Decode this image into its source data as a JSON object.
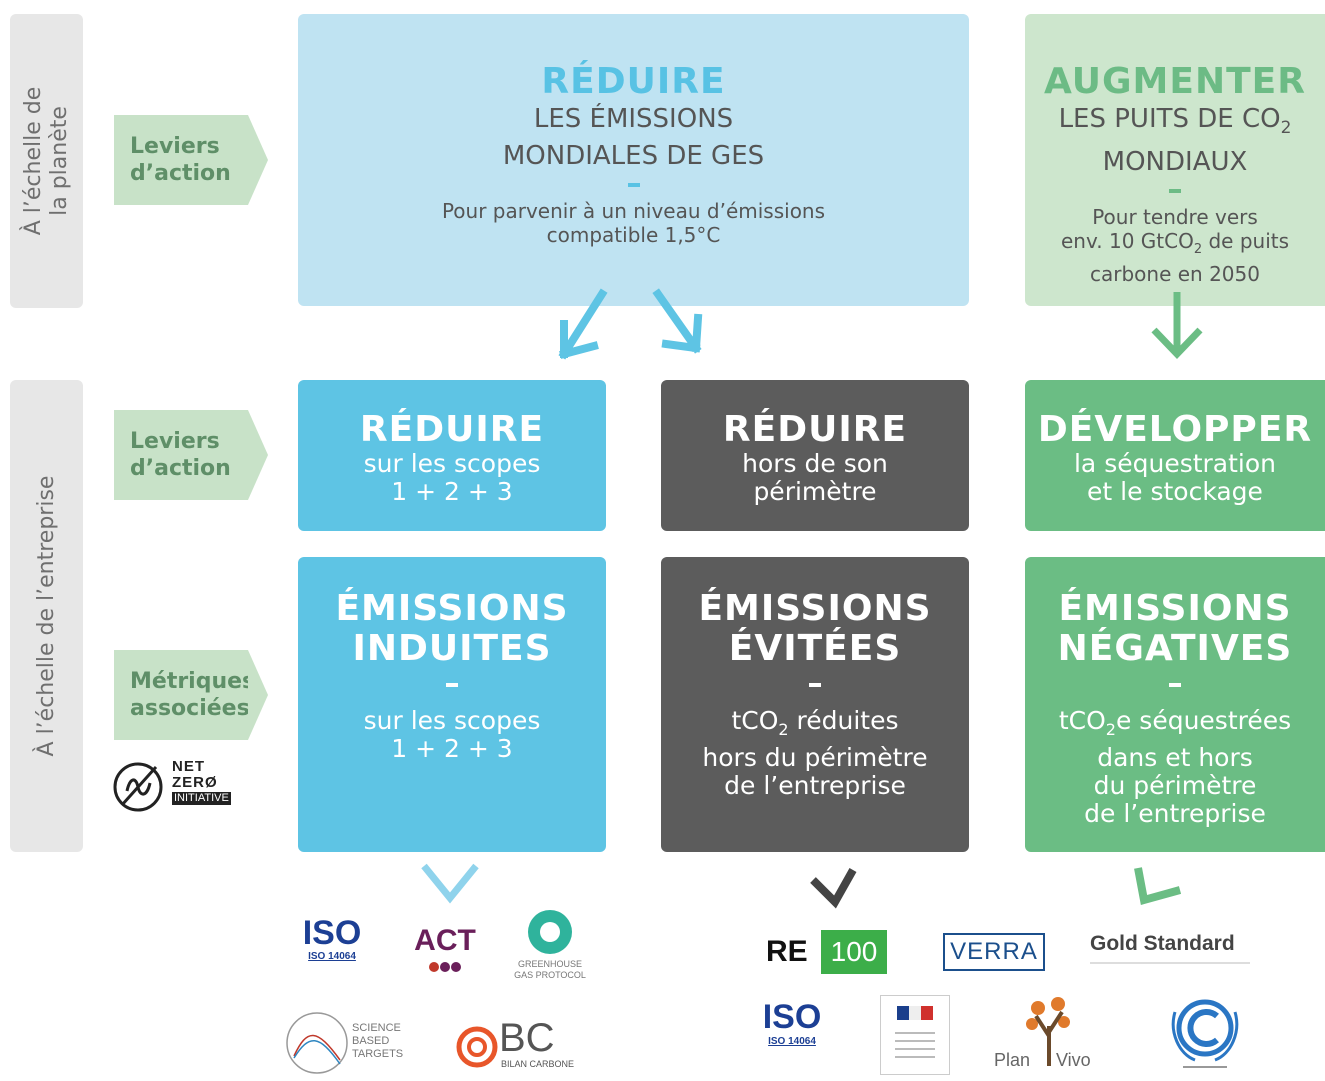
{
  "colors": {
    "light_blue_box": "#bfe3f2",
    "blue_box": "#5ec4e4",
    "blue_title": "#58c2e4",
    "dark_box": "#5c5c5c",
    "light_green_box": "#cde6cd",
    "green_box": "#6bbd84",
    "green_title": "#6cbb85",
    "text_grey": "#555555",
    "sidebar": "#e7e7e7",
    "tag_bg": "#c8e2c8",
    "tag_text": "#5f8f68"
  },
  "sidebar": {
    "planet_label": "À l’échelle de\nla planète",
    "company_label": "À l’échelle de l’entreprise"
  },
  "tags": {
    "levers_1": [
      "Leviers",
      "d’action"
    ],
    "levers_2": [
      "Leviers",
      "d’action"
    ],
    "metrics": [
      "Métriques",
      "associées"
    ]
  },
  "top": {
    "reduce": {
      "title": "RÉDUIRE",
      "subtitle_1": "LES ÉMISSIONS",
      "subtitle_2": "MONDIALES DE GES",
      "dash": "-",
      "desc_1": "Pour parvenir à un niveau d’émissions",
      "desc_2": "compatible 1,5°C"
    },
    "increase": {
      "title": "AUGMENTER",
      "subtitle_1_pre": "LES PUITS DE CO",
      "subtitle_1_sub": "2",
      "subtitle_2": "MONDIAUX",
      "dash": "-",
      "desc_1": "Pour tendre vers",
      "desc_2_pre": "env. 10 GtCO",
      "desc_2_sub": "2",
      "desc_2_post": " de puits",
      "desc_3": "carbone en 2050"
    }
  },
  "levers": {
    "scopes": {
      "title": "RÉDUIRE",
      "line_1": "sur les scopes",
      "line_2": "1 + 2 + 3"
    },
    "outside": {
      "title": "RÉDUIRE",
      "line_1": "hors de son",
      "line_2": "périmètre"
    },
    "develop": {
      "title": "DÉVELOPPER",
      "line_1": "la séquestration",
      "line_2": "et le stockage"
    }
  },
  "metrics": {
    "induced": {
      "title_1": "ÉMISSIONS",
      "title_2": "INDUITES",
      "dash": "-",
      "line_1": "sur les scopes",
      "line_2": "1 + 2 + 3"
    },
    "avoided": {
      "title_1": "ÉMISSIONS",
      "title_2": "ÉVITÉES",
      "dash": "-",
      "line_1_pre": "tCO",
      "line_1_sub": "2",
      "line_1_post": " réduites",
      "line_2": "hors du périmètre",
      "line_3": "de l’entreprise"
    },
    "negative": {
      "title_1": "ÉMISSIONS",
      "title_2": "NÉGATIVES",
      "dash": "-",
      "line_1_pre": "tCO",
      "line_1_sub": "2",
      "line_1_post": "e séquestrées",
      "line_2": "dans et hors",
      "line_3": "du périmètre",
      "line_4": "de l’entreprise"
    }
  },
  "net_zero_logo": {
    "line_1": "NET",
    "line_2": "ZERØ",
    "line_3": "INITIATIVE"
  },
  "logos": {
    "iso": {
      "mark": "ISO",
      "caption": "ISO 14064"
    },
    "act": {
      "mark": "ACT"
    },
    "ghg": {
      "line_1": "GREENHOUSE",
      "line_2": "GAS PROTOCOL"
    },
    "sbt": {
      "line_1": "SCIENCE",
      "line_2": "BASED",
      "line_3": "TARGETS"
    },
    "bc": {
      "mark": "BC",
      "caption": "BILAN CARBONE"
    },
    "re100": {
      "mark_1": "RE",
      "mark_2": "100"
    },
    "verra": {
      "mark": "VERRA"
    },
    "gold": {
      "mark": "Gold Standard"
    },
    "iso2": {
      "mark": "ISO",
      "caption": "ISO 14064"
    },
    "plan_vivo": {
      "left": "Plan",
      "right": "Vivo"
    }
  }
}
